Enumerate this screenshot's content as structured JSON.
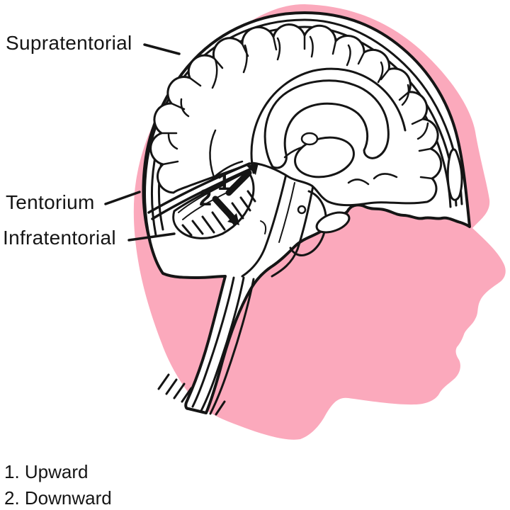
{
  "diagram": {
    "annotations": {
      "supratentorial": "Supratentorial",
      "tentorium": "Tentorium",
      "infratentorial": "Infratentorial"
    },
    "markers": {
      "upward": "1",
      "downward": "2"
    },
    "legend": {
      "upward": "1. Upward",
      "downward": "2. Downward"
    }
  },
  "colors": {
    "skin": "#FBA9BC",
    "line": "#151515",
    "bg": "#FFFFFF"
  }
}
